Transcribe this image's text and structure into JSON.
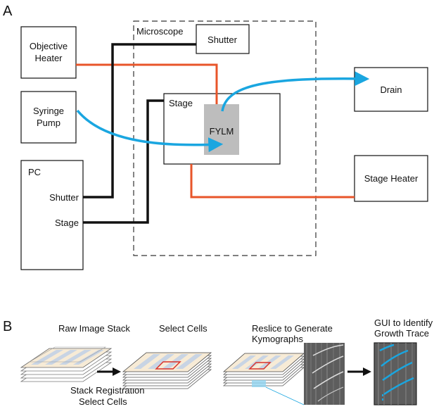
{
  "panels": {
    "a": {
      "letter": "A",
      "boxes": {
        "objective_heater": [
          "Objective",
          "Heater"
        ],
        "syringe_pump": [
          "Syringe",
          "Pump"
        ],
        "pc": "PC",
        "pc_shutter_port": "Shutter",
        "pc_stage_port": "Stage",
        "microscope": "Microscope",
        "shutter": "Shutter",
        "stage": "Stage",
        "fylm": "FYLM",
        "drain": "Drain",
        "stage_heater": "Stage Heater"
      }
    },
    "b": {
      "letter": "B",
      "steps": {
        "raw_image_stack": "Raw Image Stack",
        "stack_registration": [
          "Stack Registration",
          "Select  Cells"
        ],
        "select_cells": "Select Cells",
        "reslice": [
          "Reslice to Generate",
          "Kymographs"
        ],
        "gui": [
          "GUI to Identify",
          "Growth Trace"
        ]
      }
    }
  },
  "colors": {
    "wire": "#111111",
    "heater_line": "#e8552a",
    "fluid_flow": "#1aa6e0",
    "fylm_fill": "#bdbdbd",
    "frame_fill": "#f7ebd6",
    "frame_stripe": "#c8d4e4",
    "selection": "#d9332b",
    "kymo_bg": "#5d5d5d"
  }
}
